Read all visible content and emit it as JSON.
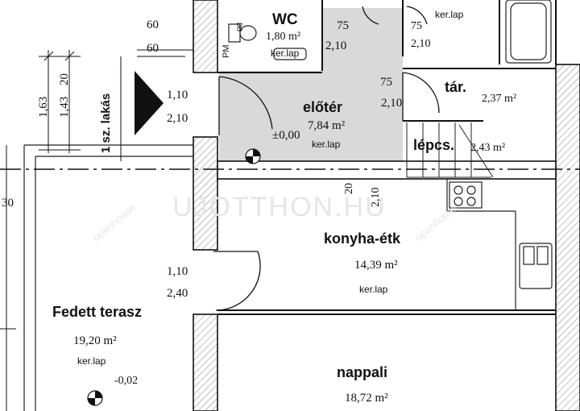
{
  "rooms": {
    "wc": {
      "name": "WC",
      "area": "1,80 m²",
      "floor": "ker.lap"
    },
    "eloter": {
      "name": "előtér",
      "area": "7,84 m²",
      "level": "±0,00",
      "floor": "ker.lap"
    },
    "tar": {
      "name": "tár.",
      "area": "2,37 m²"
    },
    "lepcs": {
      "name": "lépcs.",
      "area": "2,43 m²"
    },
    "konyha": {
      "name": "konyha-étk",
      "area": "14,39 m²",
      "floor": "ker.lap"
    },
    "terasz": {
      "name": "Fedett terasz",
      "area": "19,20 m²",
      "floor": "ker.lap",
      "level": "-0,02"
    },
    "nappali": {
      "name": "nappali",
      "area": "18,72 m²"
    },
    "upper_right": {
      "floor": "ker.lap"
    }
  },
  "unit_label": "1 sz. lakás",
  "pm_label": "PM",
  "dimensions": {
    "window_top_w": "60",
    "window_top_h": "60",
    "entry_w": "1,10",
    "entry_h": "2,10",
    "wc_door_w": "75",
    "wc_door_h": "2,10",
    "right_door_w": "75",
    "right_door_h": "2,10",
    "tar_door_w": "75",
    "tar_door_h": "2,10",
    "terrace_door_w": "1,10",
    "terrace_door_h": "2,40",
    "left_v1": "1,63",
    "left_v2": "1,43",
    "left_v3": "20",
    "mid_v1": "20",
    "mid_v2": "2,10",
    "left_edge": "30",
    "wc_v": "80"
  },
  "watermark": {
    "text": "UJOTTHON.HU",
    "brand": "openhouse"
  }
}
